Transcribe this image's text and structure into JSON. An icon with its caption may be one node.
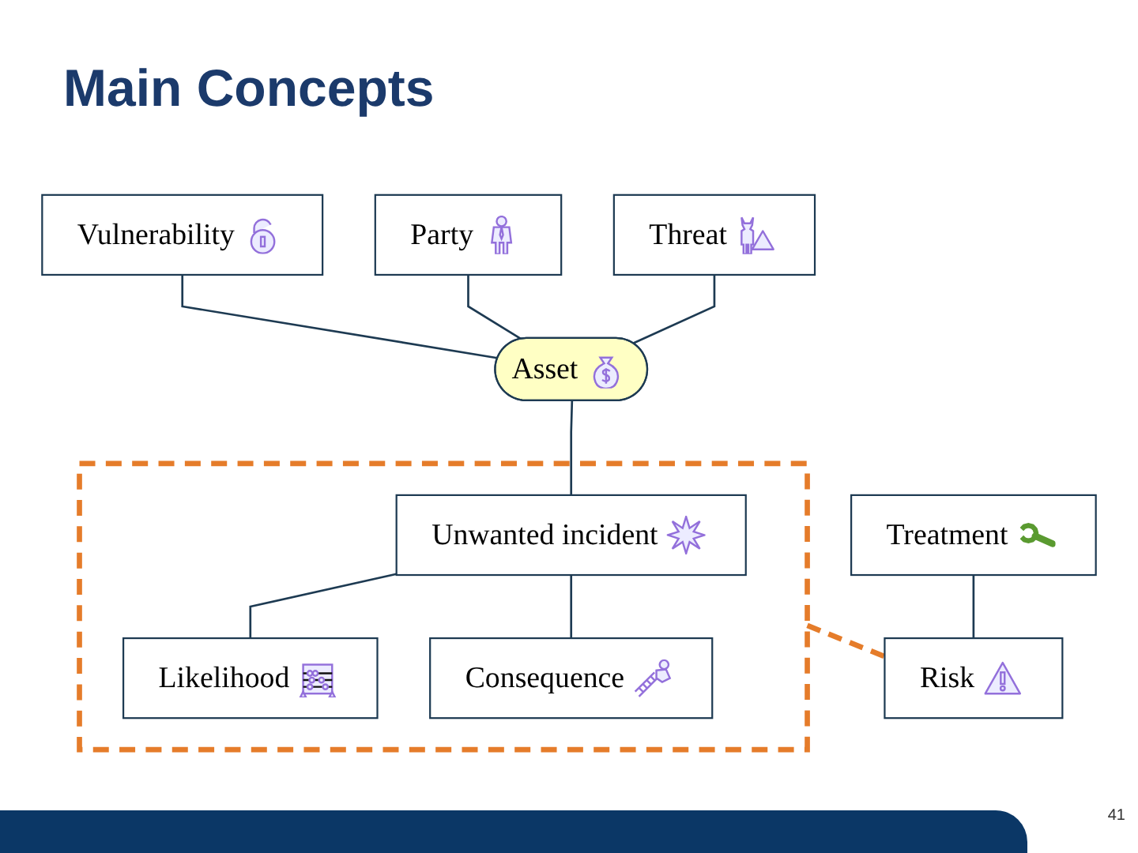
{
  "diagram": {
    "title": "Main Concepts",
    "nodes": [
      {
        "text": [
          "Vulnerability"
        ]
      },
      {
        "text": [
          "Party"
        ]
      },
      {
        "text": [
          "Asset"
        ]
      },
      {
        "text": [
          "Threat"
        ]
      },
      {
        "text": [
          "Treatment"
        ]
      },
      {
        "text": [],
        "shape": "box"
      },
      {
        "text": [
          "Unwanted incident"
        ],
        "in": 5
      },
      {
        "text": [
          "Likelihood"
        ],
        "in": 5
      },
      {
        "text": [
          "Consequence"
        ],
        "in": 5
      },
      {
        "text": [
          "Risk"
        ]
      }
    ],
    "edges": [
      {
        "from": 0,
        "to": 2,
        "arrow": "none"
      },
      {
        "from": 1,
        "to": 2,
        "arrow": "none"
      },
      {
        "from": 3,
        "to": 2,
        "arrow": "none"
      },
      {
        "from": 2,
        "to": 6,
        "arrow": "none"
      },
      {
        "from": 6,
        "to": 7,
        "arrow": "none"
      },
      {
        "from": 6,
        "to": 8,
        "arrow": "none"
      },
      {
        "from": 4,
        "to": 9,
        "arrow": "none"
      },
      {
        "from": 5,
        "to": 9,
        "arrow": "none",
        "style": "dashed",
        "color": "#e57c2a"
      }
    ],
    "labels": [
      "41"
    ]
  }
}
